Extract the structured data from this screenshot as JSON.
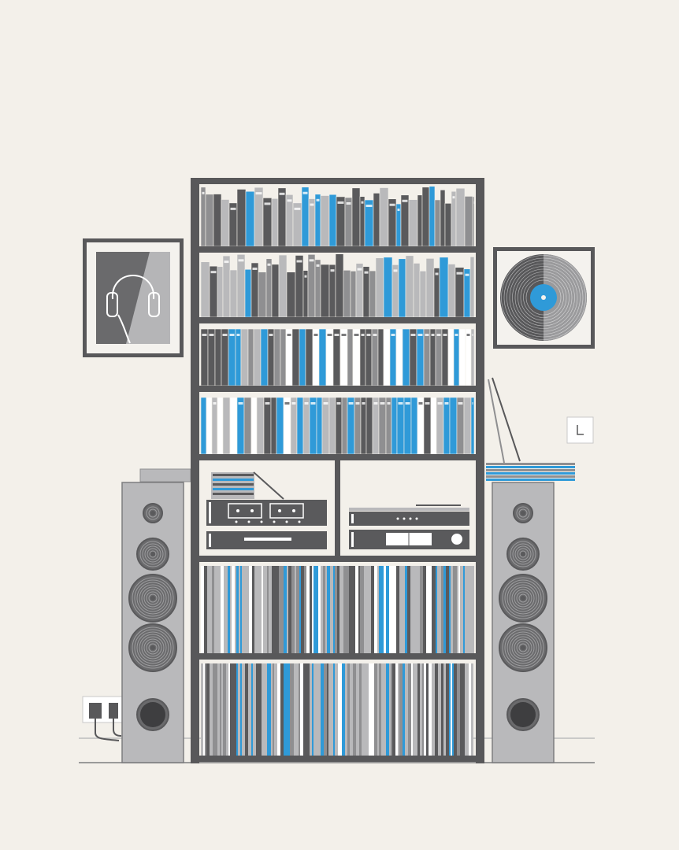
{
  "scene": "illustration",
  "colors": {
    "background": "#f3f0ea",
    "frame": "#58585a",
    "dark": "#5a5a5c",
    "mid": "#8f8f91",
    "light": "#b9b9bb",
    "blue": "#2f9ad8",
    "white": "#ffffff"
  },
  "icons": [
    "bookcase",
    "headphones-poster",
    "vinyl-record-poster",
    "tower-speaker",
    "cassette-deck",
    "cd-player",
    "turntable",
    "amplifier",
    "light-switch",
    "power-socket"
  ]
}
